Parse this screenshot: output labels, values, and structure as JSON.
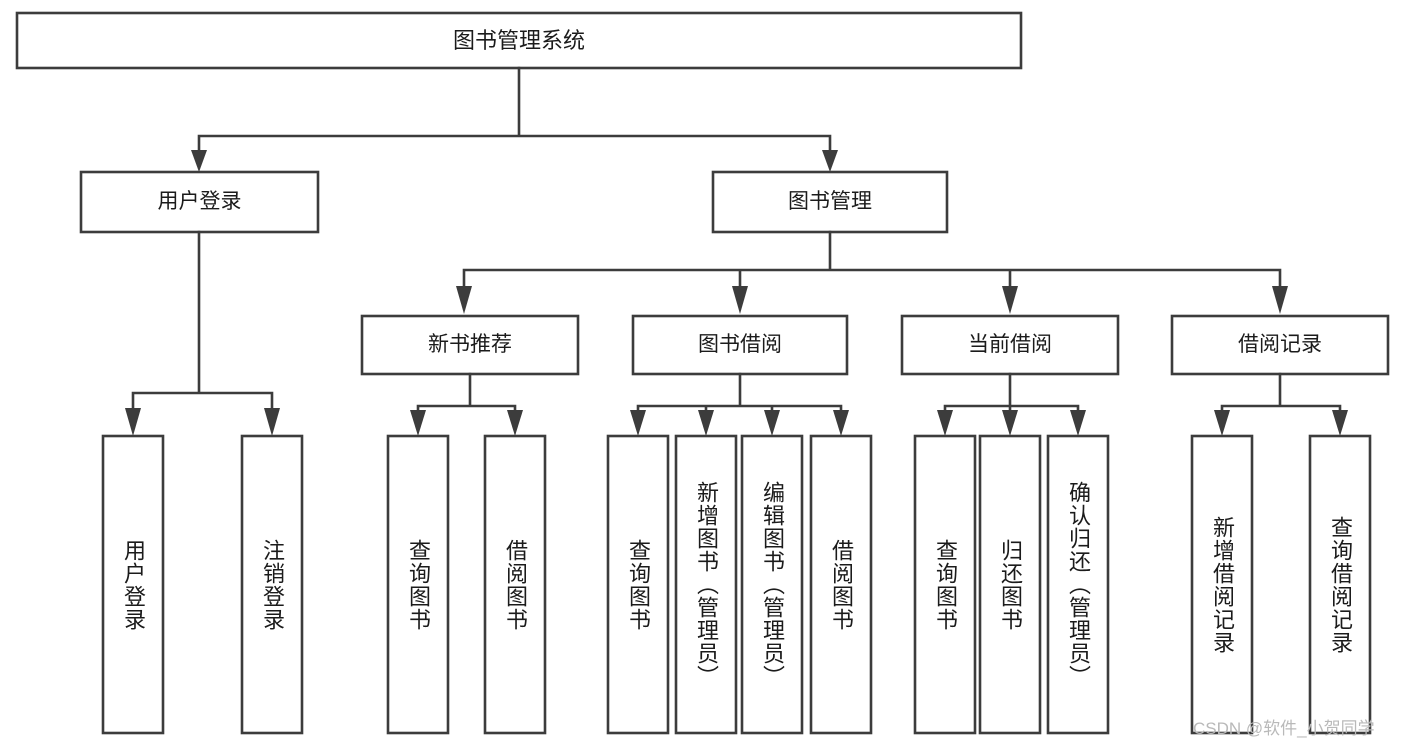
{
  "diagram": {
    "type": "tree-hierarchy",
    "title": "图书管理系统",
    "root": {
      "id": "root",
      "label": "图书管理系统"
    },
    "level1": [
      {
        "id": "user-login",
        "label": "用户登录"
      },
      {
        "id": "book-manage",
        "label": "图书管理"
      }
    ],
    "level2": [
      {
        "id": "new-book-recommend",
        "label": "新书推荐",
        "parent": "book-manage"
      },
      {
        "id": "book-borrow",
        "label": "图书借阅",
        "parent": "book-manage"
      },
      {
        "id": "current-borrow",
        "label": "当前借阅",
        "parent": "book-manage"
      },
      {
        "id": "borrow-record",
        "label": "借阅记录",
        "parent": "book-manage"
      }
    ],
    "leaves": {
      "user-login": [
        {
          "id": "leaf-user-login",
          "label": "用户登录"
        },
        {
          "id": "leaf-user-logout",
          "label": "注销登录"
        }
      ],
      "new-book-recommend": [
        {
          "id": "leaf-query-book-1",
          "label": "查询图书"
        },
        {
          "id": "leaf-borrow-book-1",
          "label": "借阅图书"
        }
      ],
      "book-borrow": [
        {
          "id": "leaf-query-book-2",
          "label": "查询图书"
        },
        {
          "id": "leaf-add-book",
          "label": "新增图书（管理员）"
        },
        {
          "id": "leaf-edit-book",
          "label": "编辑图书（管理员）"
        },
        {
          "id": "leaf-borrow-book-2",
          "label": "借阅图书"
        }
      ],
      "current-borrow": [
        {
          "id": "leaf-query-book-3",
          "label": "查询图书"
        },
        {
          "id": "leaf-return-book",
          "label": "归还图书"
        },
        {
          "id": "leaf-confirm-return",
          "label": "确认归还（管理员）"
        }
      ],
      "borrow-record": [
        {
          "id": "leaf-add-record",
          "label": "新增借阅记录"
        },
        {
          "id": "leaf-query-record",
          "label": "查询借阅记录"
        }
      ]
    },
    "colors": {
      "stroke": "#3c3c3c",
      "fill": "#ffffff",
      "text": "#1b1b1b",
      "background": "#ffffff",
      "watermark": "#b9b9b9"
    }
  },
  "watermark": {
    "text": "CSDN @软件_小贺同学"
  }
}
